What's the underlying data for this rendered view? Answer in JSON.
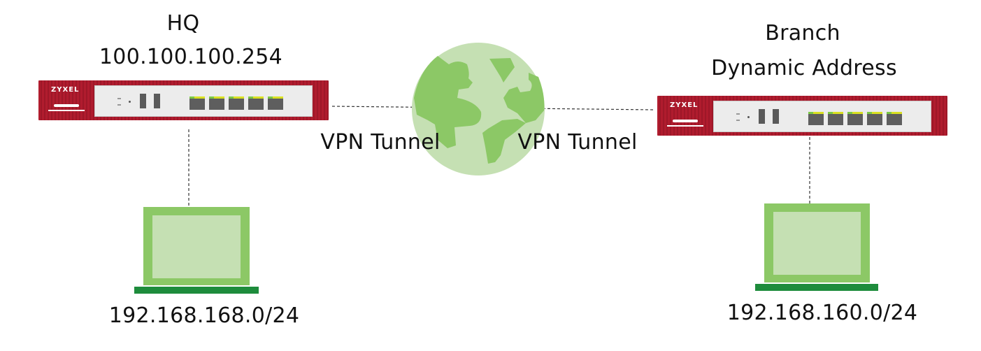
{
  "hq": {
    "title": "HQ",
    "address": "100.100.100.254",
    "lan": "192.168.168.0/24",
    "brand": "ZYXEL"
  },
  "branch": {
    "title": "Branch",
    "address": "Dynamic Address",
    "lan": "192.168.160.0/24",
    "brand": "ZYXEL"
  },
  "tunnel_labels": [
    "VPN Tunnel",
    "VPN Tunnel"
  ],
  "colors": {
    "router_red": "#b01c2e",
    "globe_light": "#c5e0b3",
    "globe_land": "#8cc866",
    "laptop_frame": "#8cc866",
    "laptop_screen": "#c5e0b3",
    "laptop_base": "#1e8c3c"
  }
}
